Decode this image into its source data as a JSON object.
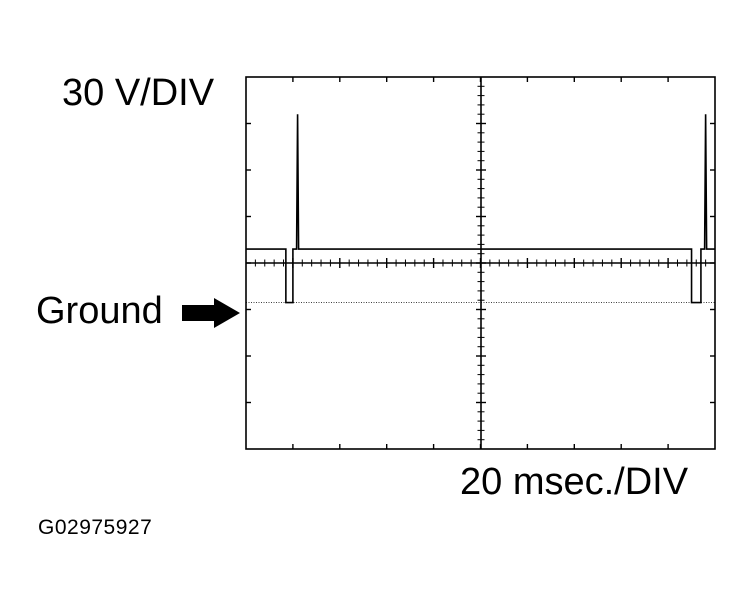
{
  "labels": {
    "voltage_scale": "30 V/DIV",
    "ground": "Ground",
    "time_scale": "20 msec./DIV",
    "figure_id": "G02975927"
  },
  "waveform": {
    "baseline_level_div": 0.3,
    "ground_level_div": -0.85,
    "spike_peak_div": 3.2,
    "pulses_ms": [
      {
        "dip_start": 17,
        "dip_end": 20,
        "spike": 22
      },
      {
        "dip_start": 190,
        "dip_end": 194,
        "spike": 196
      }
    ],
    "time_range_ms": [
      0,
      200
    ],
    "voltage_range_div": [
      -4,
      4
    ]
  },
  "icons": {
    "ground_marker": "right-arrow-icon"
  }
}
